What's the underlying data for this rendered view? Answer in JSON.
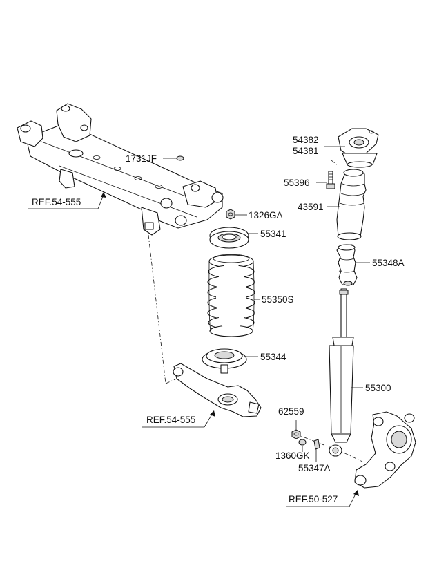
{
  "labels": {
    "p1731JF": "1731JF",
    "p1326GA": "1326GA",
    "p55341": "55341",
    "p55350S": "55350S",
    "p55344": "55344",
    "p54382": "54382",
    "p54381": "54381",
    "p55396": "55396",
    "p43591": "43591",
    "p55348A": "55348A",
    "p55300": "55300",
    "p62559": "62559",
    "p1360GK": "1360GK",
    "p55347A": "55347A"
  },
  "refs": {
    "crossmember": "REF.54-555",
    "lower_arm": "REF.54-555",
    "knuckle": "REF.50-527"
  }
}
